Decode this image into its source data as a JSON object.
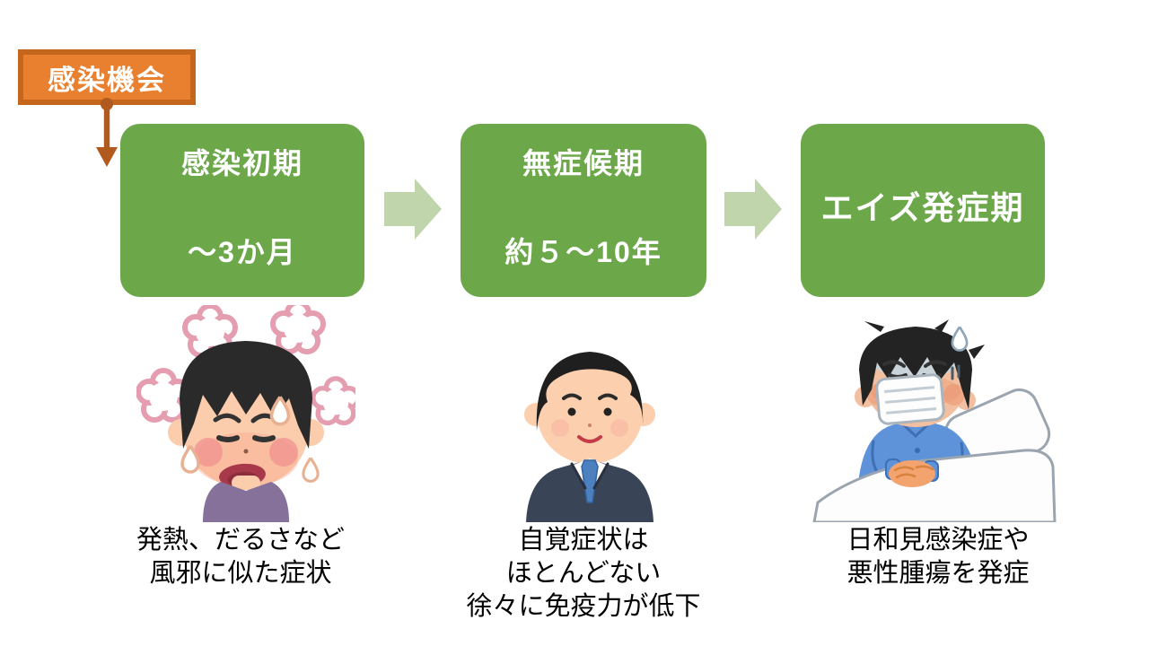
{
  "colors": {
    "page_bg": "#FFFFFF",
    "stage_box_bg": "#6CA84A",
    "stage_box_text": "#FFFFFF",
    "flow_arrow": "#C1D5AC",
    "trigger_box_bg": "#E8802F",
    "trigger_box_border": "#C4661C",
    "trigger_arrow": "#B15A20",
    "caption_text": "#000000"
  },
  "icons": {
    "trigger_pointer": "down-arrow-icon",
    "flow_arrow": "right-block-arrow-icon"
  },
  "trigger": {
    "label": "感染機会"
  },
  "stages": [
    {
      "title": "感染初期",
      "duration": "～3か月",
      "illustration": "fever-boy",
      "caption_lines": [
        "発熱、だるさなど",
        "風邪に似た症状"
      ]
    },
    {
      "title": "無症候期",
      "duration": "約５～10年",
      "illustration": "businessman",
      "caption_lines": [
        "自覚症状は",
        "ほとんどない",
        "徐々に免疫力が低下"
      ]
    },
    {
      "title": "エイズ発症期",
      "duration": "",
      "illustration": "sick-person-in-bed",
      "caption_lines": [
        "日和見感染症や",
        "悪性腫瘍を発症"
      ]
    }
  ]
}
